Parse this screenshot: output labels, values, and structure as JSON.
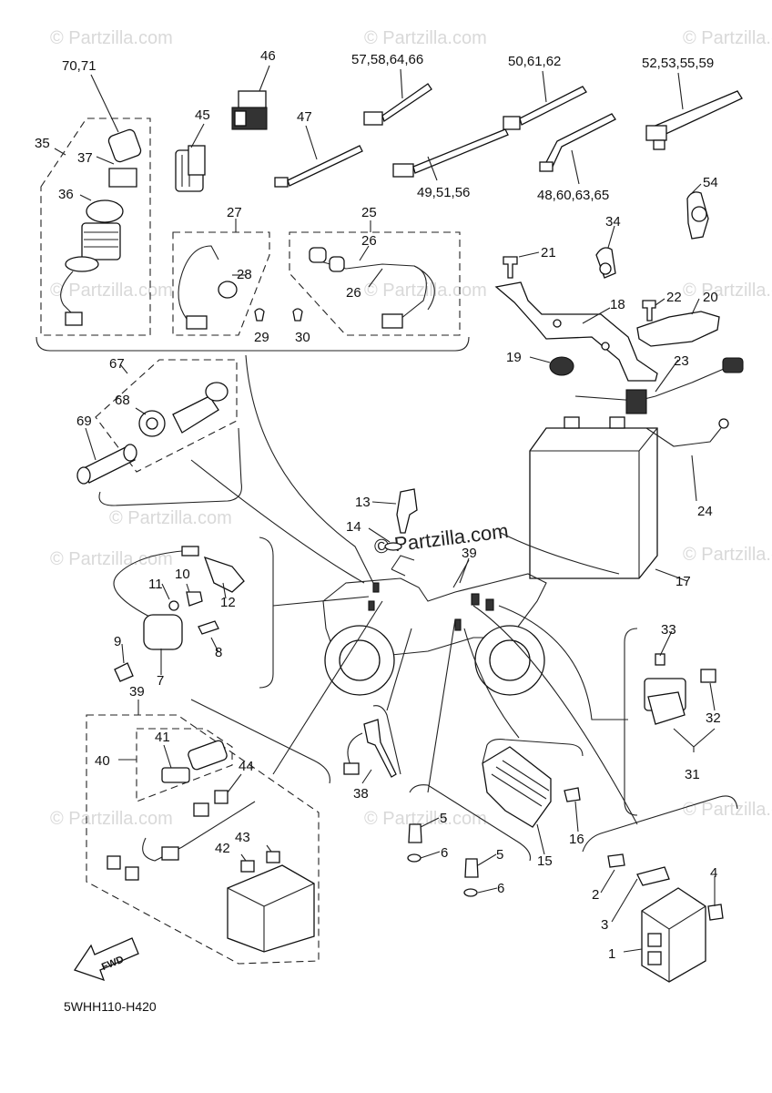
{
  "watermark": "© Partzilla.com",
  "center_watermark": "© Partzilla.com",
  "diagram_code": "5WHH110-H420",
  "fwd_label": "FWD",
  "callouts": {
    "c70_71": "70,71",
    "c35": "35",
    "c37": "37",
    "c36": "36",
    "c46": "46",
    "c45": "45",
    "c47": "47",
    "c57_58_64_66": "57,58,64,66",
    "c49_51_56": "49,51,56",
    "c50_61_62": "50,61,62",
    "c48_60_63_65": "48,60,63,65",
    "c52_53_55_59": "52,53,55,59",
    "c54": "54",
    "c34": "34",
    "c27": "27",
    "c28": "28",
    "c29": "29",
    "c30": "30",
    "c25": "25",
    "c26a": "26",
    "c26b": "26",
    "c21": "21",
    "c18": "18",
    "c22": "22",
    "c20": "20",
    "c19": "19",
    "c23": "23",
    "c24": "24",
    "c17": "17",
    "c67": "67",
    "c68": "68",
    "c69": "69",
    "c13": "13",
    "c14": "14",
    "c39a": "39",
    "c10": "10",
    "c11": "11",
    "c12": "12",
    "c9": "9",
    "c8": "8",
    "c7": "7",
    "c33": "33",
    "c32": "32",
    "c31": "31",
    "c39b": "39",
    "c40": "40",
    "c41": "41",
    "c44": "44",
    "c42": "42",
    "c43": "43",
    "c38": "38",
    "c5a": "5",
    "c6a": "6",
    "c5b": "5",
    "c6b": "6",
    "c15": "15",
    "c16": "16",
    "c2": "2",
    "c3": "3",
    "c4": "4",
    "c1": "1"
  }
}
